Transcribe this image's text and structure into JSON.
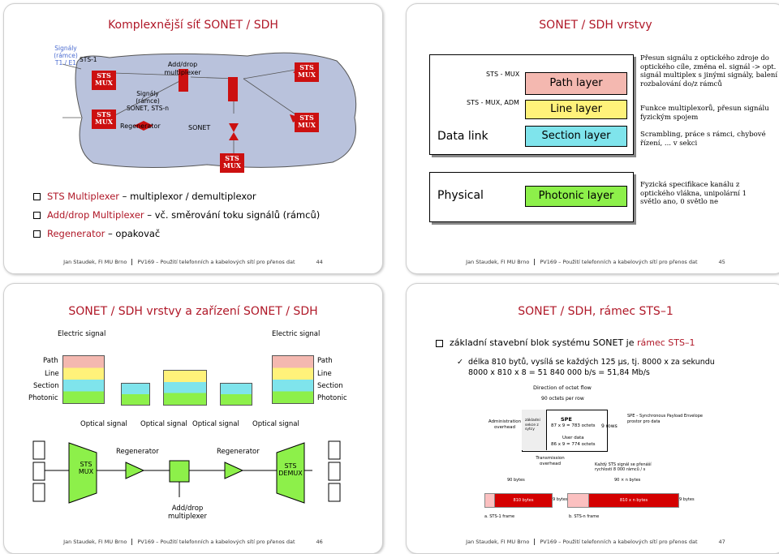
{
  "footer": {
    "author": "Jan Staudek, FI MU Brno",
    "course": "PV169 – Použití telefonních a kabelových sítí pro přenos dat"
  },
  "colors": {
    "accent": "#b01828",
    "path": "#f4b8b0",
    "line": "#fff27a",
    "section": "#7fe4ec",
    "photonic": "#8df04a"
  },
  "slide1": {
    "title": "Komplexnější síť SONET / SDH",
    "labels": {
      "signals": "Signály (rámce) T1 / E1",
      "sts1": "STS-1",
      "sts_mux": "STS MUX",
      "adddrop": "Add/drop multiplexer",
      "frames": "Signály (rámce) SONET, STS-n",
      "regenerator": "Regenerator",
      "sonet": "SONET"
    },
    "bullets": [
      {
        "term": "STS Multiplexer",
        "text": "multiplexor / demultiplexor"
      },
      {
        "term": "Add/drop Multiplexer",
        "text": "vč. směrování toku signálů (rámců)"
      },
      {
        "term": "Regenerator",
        "text": "opakovač"
      }
    ],
    "page": "44"
  },
  "slide2": {
    "title": "SONET / SDH vrstvy",
    "left": {
      "datalink": "Data link",
      "physical": "Physical",
      "mux": "STS - MUX",
      "muxadm": "STS - MUX, ADM"
    },
    "layers": [
      {
        "name": "Path layer",
        "desc": "Přesun signálu z optického zdroje do optického cíle, změna el. signál -> opt. signál multiplex s jinými signály, balení rozbalování do/z rámců"
      },
      {
        "name": "Line layer",
        "desc": "Funkce multiplexorů, přesun signálu fyzickým spojem"
      },
      {
        "name": "Section layer",
        "desc": "Scrambling, práce s rámci, chybové řízení, ... v sekci"
      },
      {
        "name": "Photonic layer",
        "desc": "Fyzická specifikace kanálu z optického vlákna, unipolární 1 světlo ano, 0 světlo ne"
      }
    ],
    "page": "45"
  },
  "slide3": {
    "title": "SONET / SDH vrstvy a zařízení SONET / SDH",
    "electric": "Electric signal",
    "layer_names": [
      "Path",
      "Line",
      "Section",
      "Photonic"
    ],
    "optical": "Optical signal",
    "devices": {
      "sts_mux": "STS MUX",
      "regenerator": "Regenerator",
      "sts_demux": "STS DEMUX",
      "adddrop": "Add/drop multiplexer"
    },
    "page": "46"
  },
  "slide4": {
    "title": "SONET / SDH, rámec STS–1",
    "bullet_text": "základní stavební blok systému SONET je ",
    "bullet_term": "rámec STS–1",
    "check_line1": "délka 810 bytů, vysílá se každých 125 μs, tj. 8000 x za sekundu",
    "check_line2": "8000 x 810 x 8 = 51 840 000 b/s = 51,84 Mb/s",
    "diagram": {
      "direction": "Direction of octet flow",
      "per_row": "90 octets per row",
      "admin": "Administration overhead",
      "base": "základní sekce z sytcy",
      "spe": "SPE",
      "spe_octets": "87 x 9 = 783 octets",
      "rows": "9 rows",
      "user": "User data",
      "user_octets": "86 x 9 = 774 octets",
      "spe_note": "SPE – Synchronous Payload Envelope prostor pro data",
      "trans": "Transmission overhead",
      "note": "Každý STS signál se přenáší rychlostí 8 000 rámců / s",
      "b90": "90 bytes",
      "b90n": "90 × n bytes",
      "b810": "810 bytes",
      "b9": "9 bytes",
      "b810n": "810 x n bytes",
      "fa": "a. STS-1 frame",
      "fb": "b. STS-n frame"
    },
    "page": "47"
  }
}
